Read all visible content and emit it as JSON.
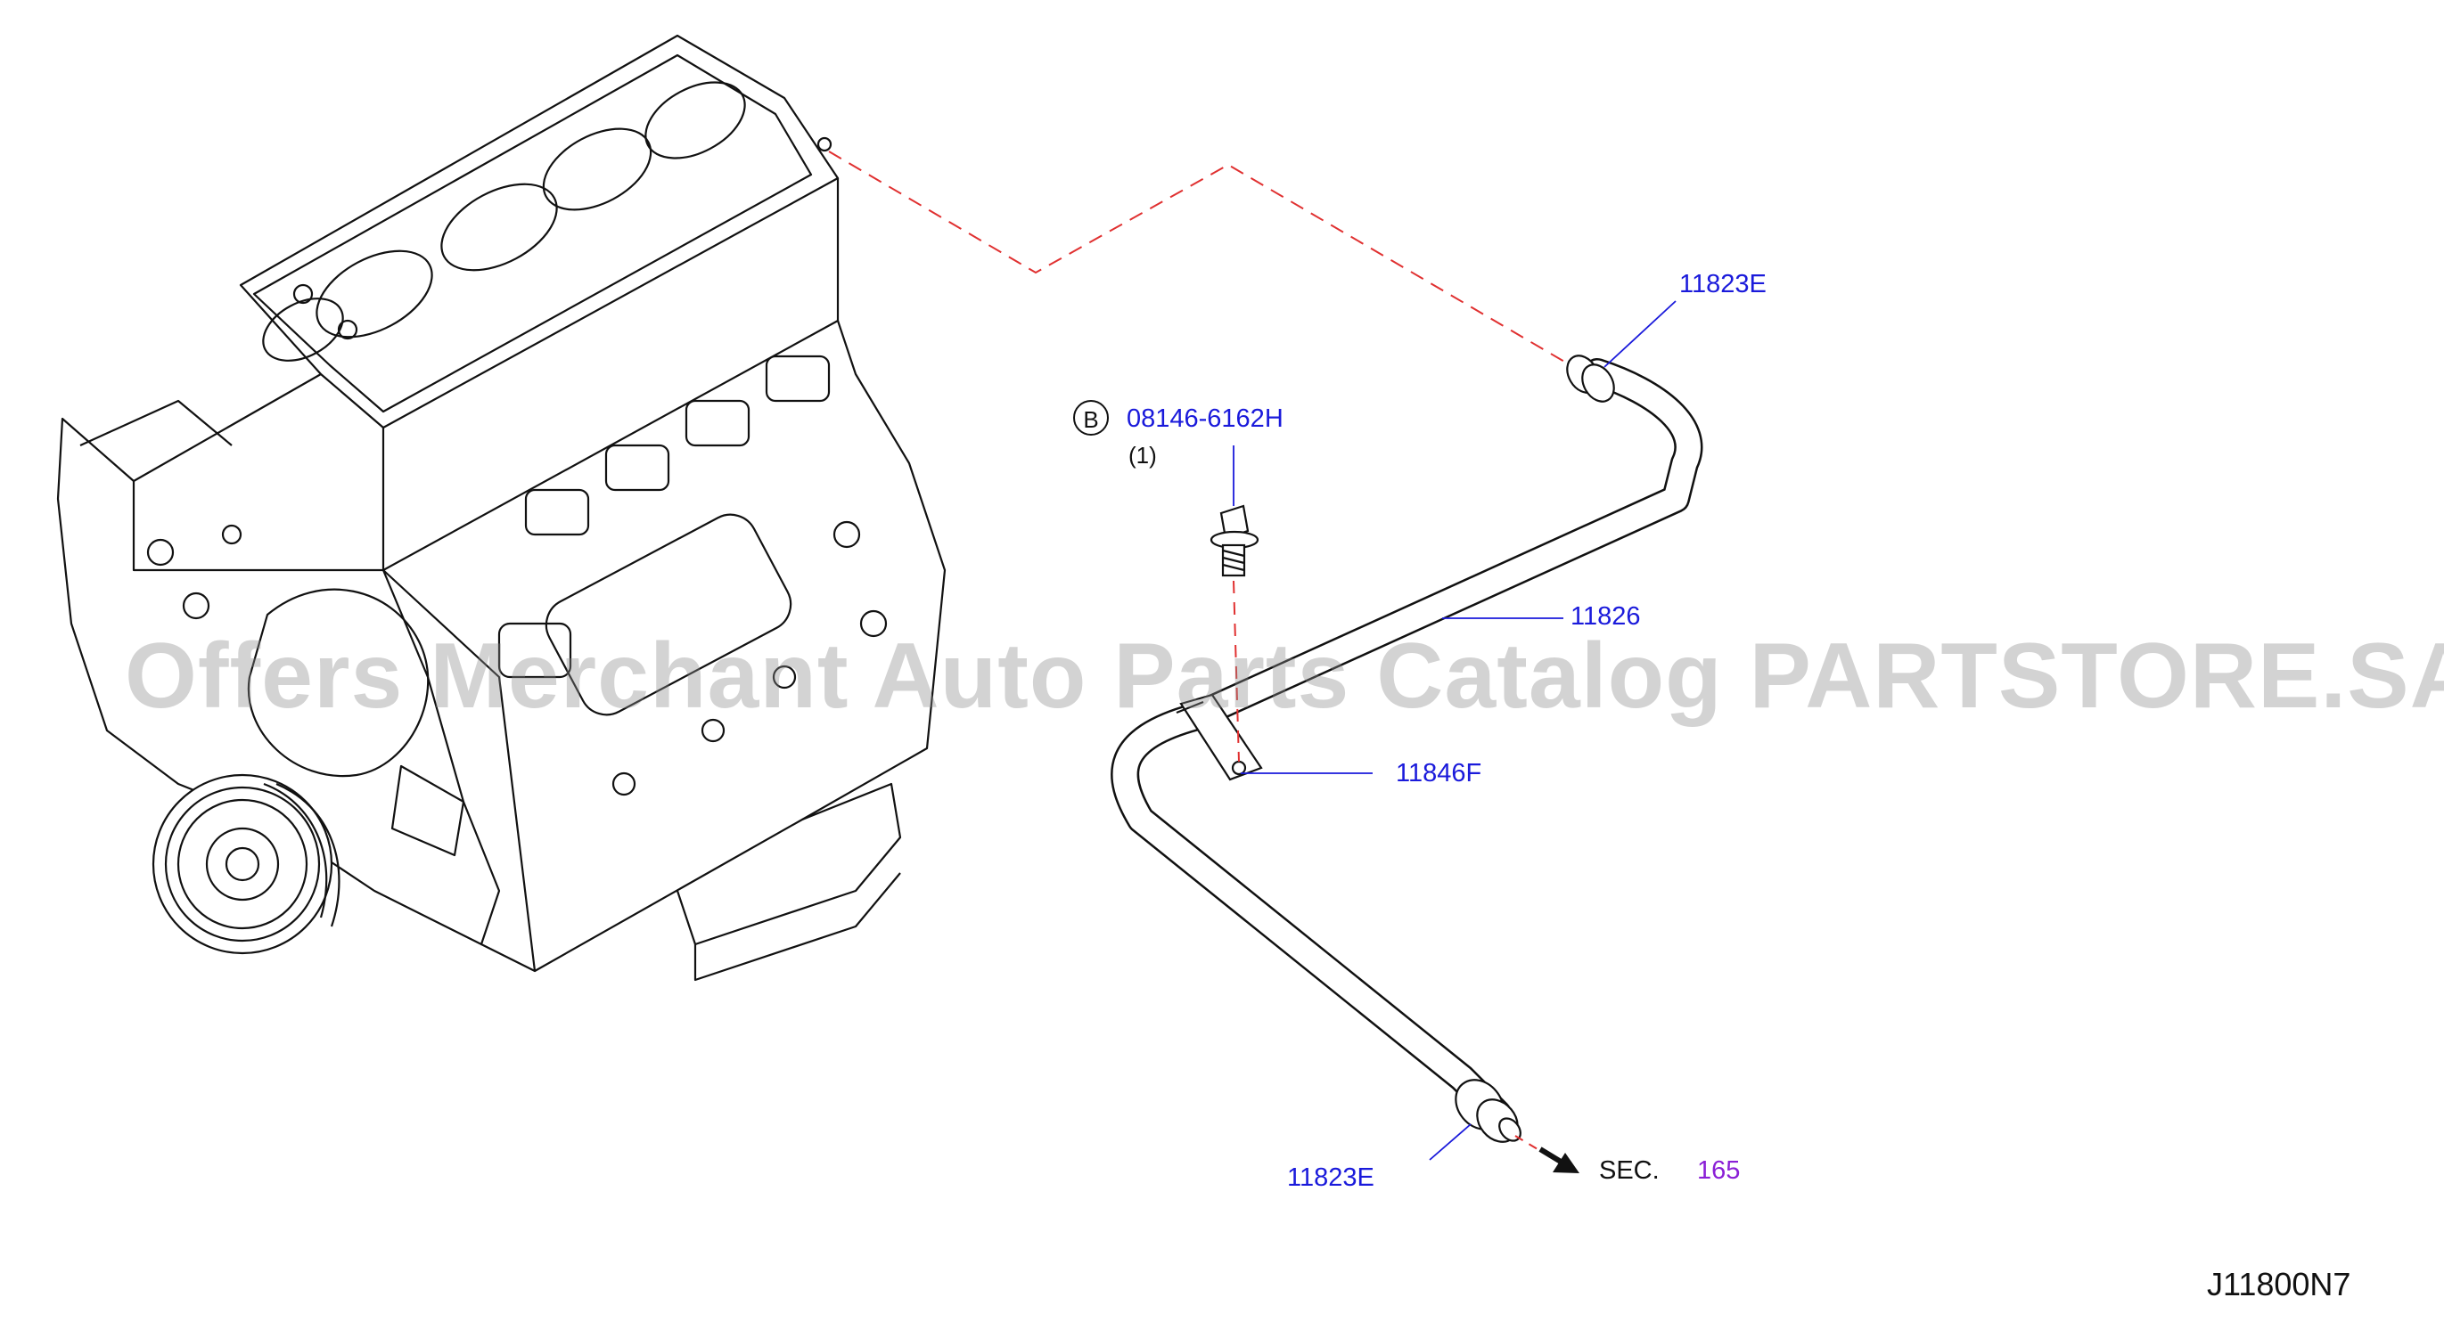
{
  "diagram": {
    "ref_code": "J11800N7",
    "watermark": "Offers Merchant Auto Parts Catalog PARTSTORE.SA",
    "colors": {
      "leader": "#1a1adb",
      "dash": "#e03030",
      "sec_number": "#8a1fd6",
      "line": "#111111"
    },
    "callouts": {
      "hose_top_clip": "11823E",
      "bolt_circle": "B",
      "bolt_part": "08146-6162H",
      "bolt_qty": "(1)",
      "hose": "11826",
      "bracket": "11846F",
      "hose_bottom_clip": "11823E",
      "sec_label": "SEC.",
      "sec_number": "165"
    }
  }
}
